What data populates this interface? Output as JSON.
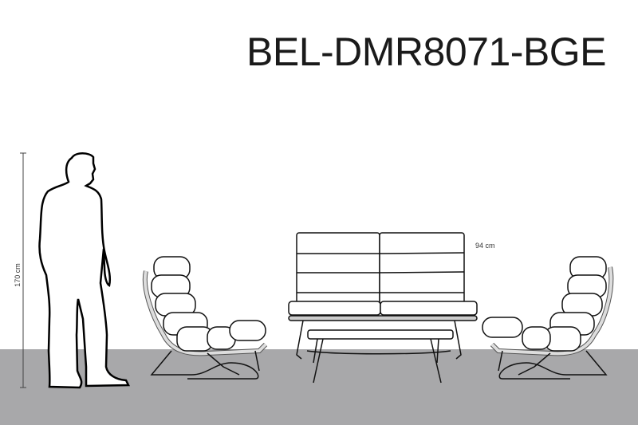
{
  "title": "BEL-DMR8071-BGE",
  "person_height_label": "170 cm",
  "sofa_height_label": "94 cm",
  "colors": {
    "floor": "#a8a8aa",
    "line": "#111111",
    "background": "#ffffff"
  }
}
